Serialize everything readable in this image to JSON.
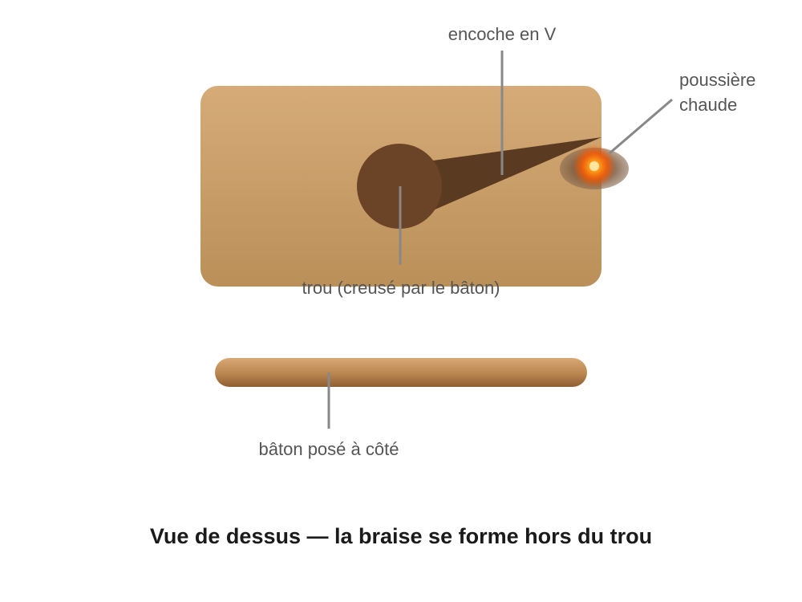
{
  "labels": {
    "notch": "encoche en V",
    "dust_line1": "poussière",
    "dust_line2": "chaude",
    "hole": "trou (creusé par le bâton)",
    "stick": "bâton posé à côté"
  },
  "caption": "Vue de dessus — la braise se forme hors du trou",
  "colors": {
    "board_top": "#d6ab78",
    "board_bottom": "#bb8f58",
    "hole": "#6b4428",
    "notch": "#5b3a22",
    "ember_core": "#ffd27a",
    "ember_glow": "#ff5a00",
    "stick_top": "#d9a875",
    "stick_bottom": "#8f5d30",
    "leader": "#888888",
    "label_text": "#555555",
    "caption_text": "#1a1a1a"
  }
}
